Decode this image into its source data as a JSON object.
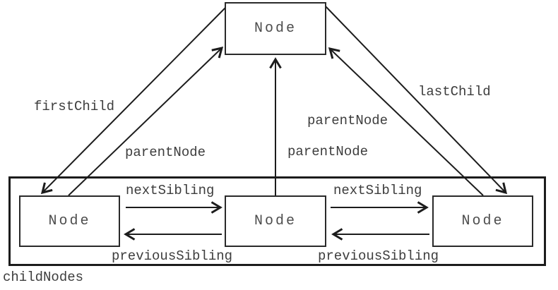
{
  "nodes": {
    "parent": {
      "label": "Node"
    },
    "child_left": {
      "label": "Node"
    },
    "child_middle": {
      "label": "Node"
    },
    "child_right": {
      "label": "Node"
    }
  },
  "labels": {
    "first_child": "firstChild",
    "last_child": "lastChild",
    "parent_node_left": "parentNode",
    "parent_node_upper_right": "parentNode",
    "parent_node_middle": "parentNode",
    "next_sibling_left": "nextSibling",
    "next_sibling_right": "nextSibling",
    "previous_sibling_left": "previousSibling",
    "previous_sibling_right": "previousSibling",
    "child_nodes": "childNodes"
  },
  "colors": {
    "line": "#1c1c1c",
    "text": "#3d3d3d",
    "node_text": "#4d4d4d",
    "background": "#ffffff"
  }
}
